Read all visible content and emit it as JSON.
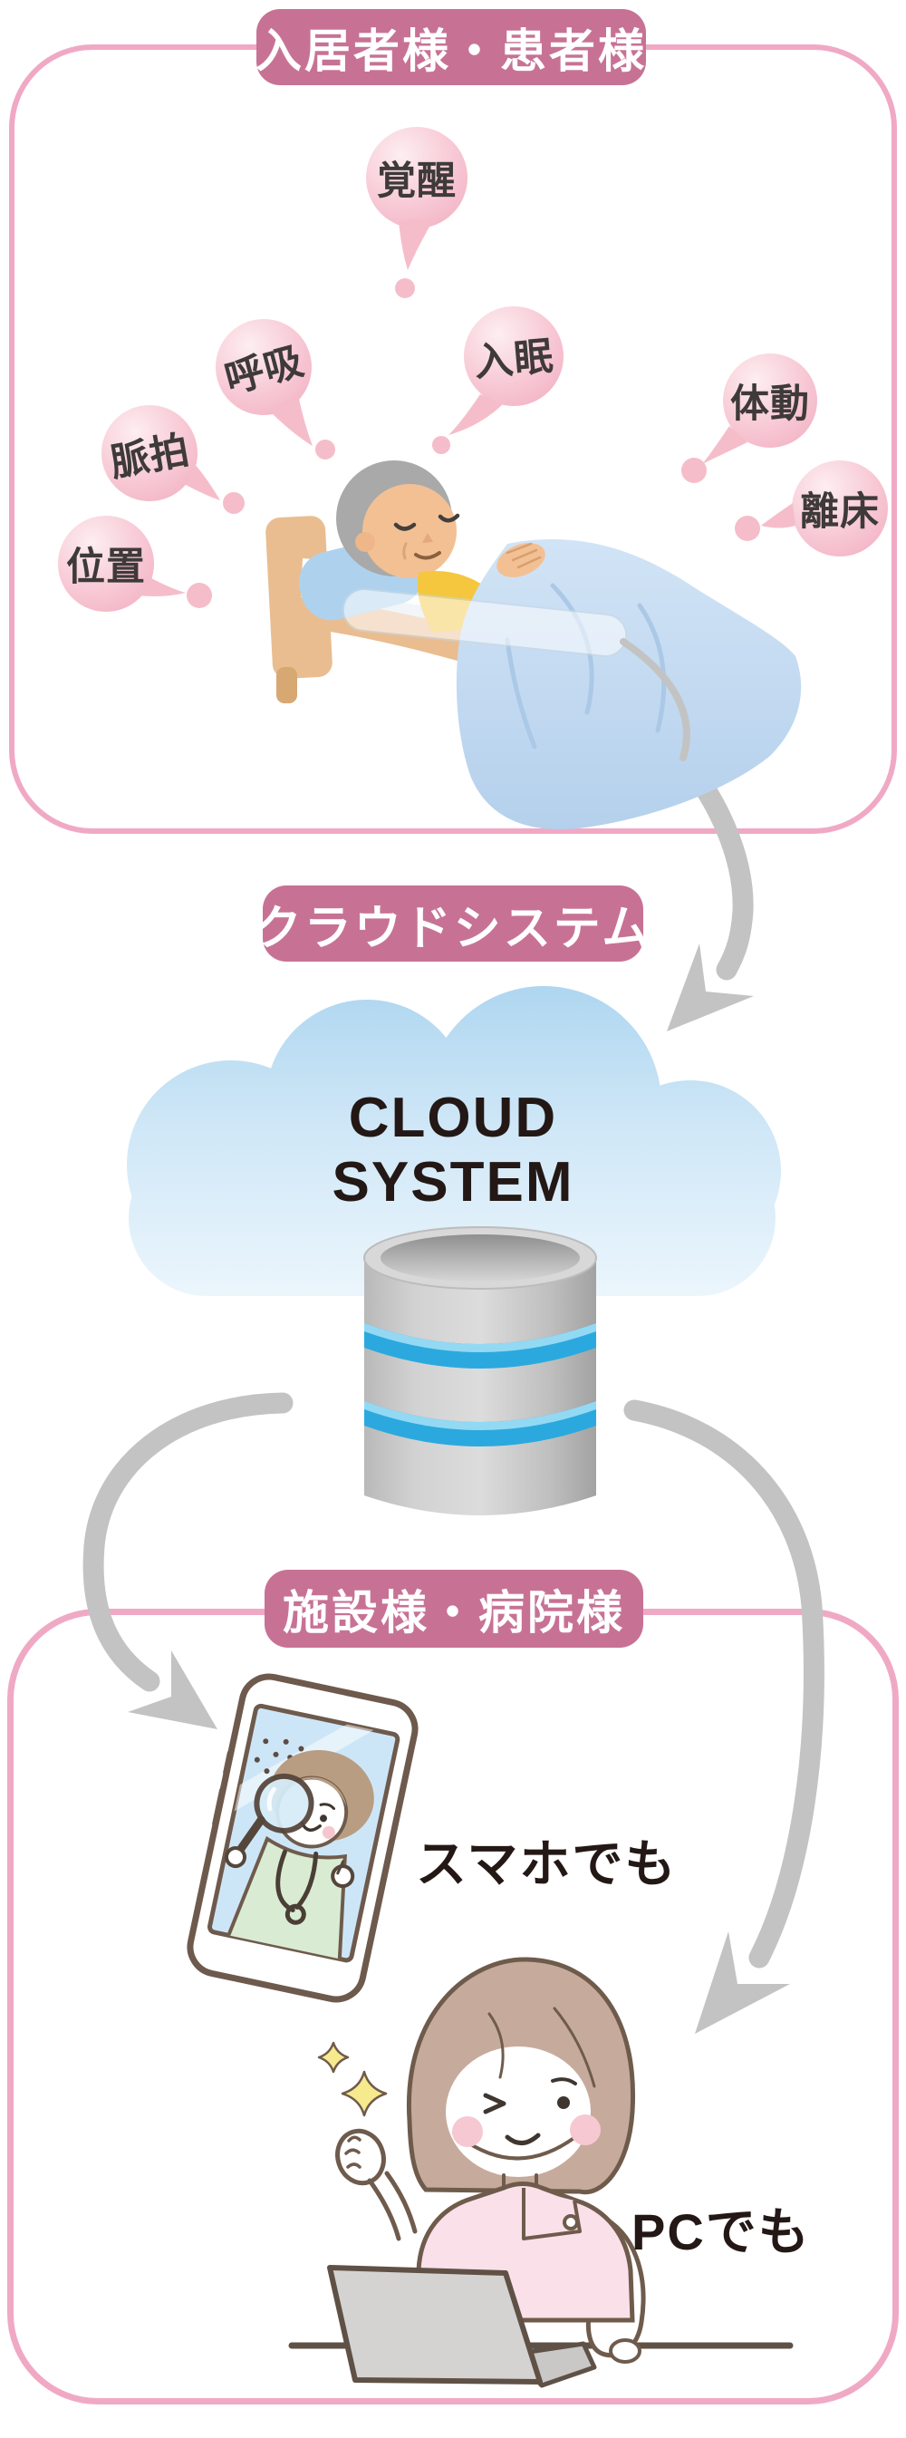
{
  "panel_residents": {
    "title": "入居者様・患者様",
    "bubbles": [
      {
        "label": "覚醒"
      },
      {
        "label": "呼吸"
      },
      {
        "label": "入眠"
      },
      {
        "label": "脈拍"
      },
      {
        "label": "体動"
      },
      {
        "label": "離床"
      },
      {
        "label": "位置"
      }
    ]
  },
  "cloud": {
    "label": "クラウドシステム",
    "title_line1": "CLOUD",
    "title_line2": "SYSTEM"
  },
  "panel_facility": {
    "title": "施設様・病院様",
    "smartphone_caption": "スマホでも",
    "pc_caption": "PCでも"
  },
  "icons": {
    "database": "database-icon",
    "cloud": "cloud-icon",
    "arrow": "curved-arrow-icon"
  },
  "colors": {
    "header_bg": "#c77295",
    "panel_border": "#f0a9c5",
    "bubble_pink": "#f5bdca",
    "bubble_text": "#3e3a39",
    "cloud_blue": "#aed6f0",
    "db_stripe_blue": "#2ba9de",
    "arrow_gray": "#c3c3c3",
    "caption_text": "#231815"
  }
}
